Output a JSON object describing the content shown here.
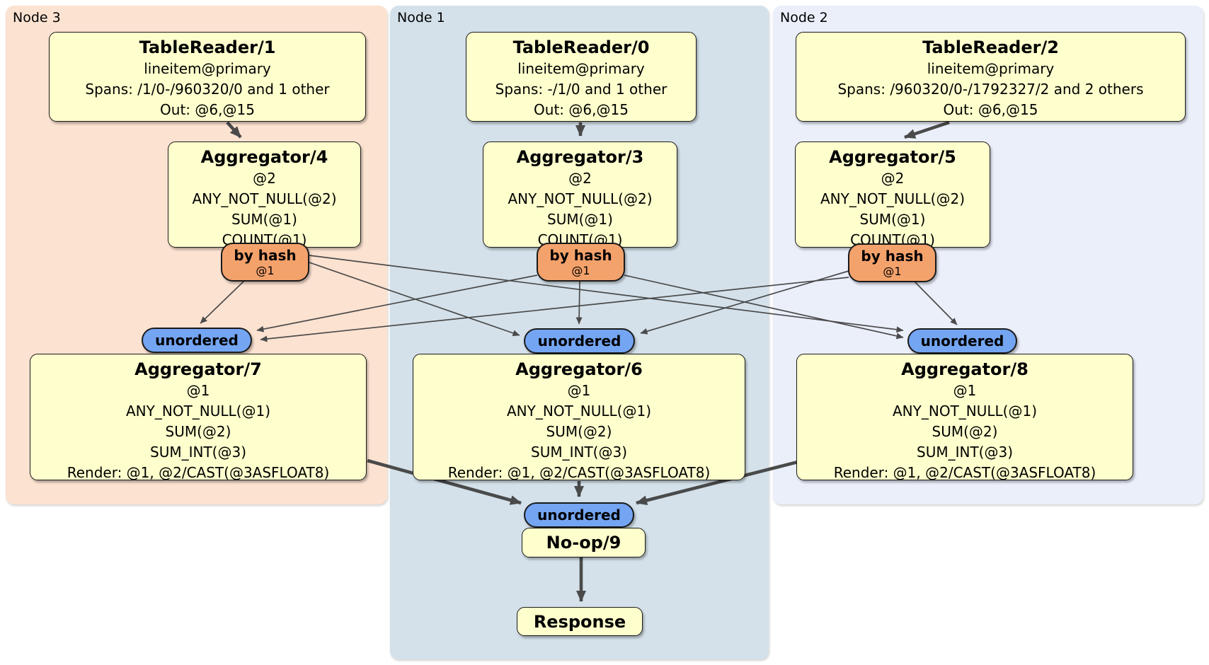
{
  "regions": {
    "node3": {
      "label": "Node 3"
    },
    "node1": {
      "label": "Node 1"
    },
    "node2": {
      "label": "Node 2"
    }
  },
  "processors": {
    "tablereader1": {
      "title": "TableReader/1",
      "index": "lineitem@primary",
      "spans": "Spans: /1/0-/960320/0 and 1 other",
      "out": "Out: @6,@15"
    },
    "tablereader0": {
      "title": "TableReader/0",
      "index": "lineitem@primary",
      "spans": "Spans: -/1/0 and 1 other",
      "out": "Out: @6,@15"
    },
    "tablereader2": {
      "title": "TableReader/2",
      "index": "lineitem@primary",
      "spans": "Spans: /960320/0-/1792327/2 and 2 others",
      "out": "Out: @6,@15"
    },
    "aggregator4": {
      "title": "Aggregator/4",
      "group": "@2",
      "expr1": "ANY_NOT_NULL(@2)",
      "expr2": "SUM(@1)",
      "expr3": "COUNT(@1)"
    },
    "aggregator3": {
      "title": "Aggregator/3",
      "group": "@2",
      "expr1": "ANY_NOT_NULL(@2)",
      "expr2": "SUM(@1)",
      "expr3": "COUNT(@1)"
    },
    "aggregator5": {
      "title": "Aggregator/5",
      "group": "@2",
      "expr1": "ANY_NOT_NULL(@2)",
      "expr2": "SUM(@1)",
      "expr3": "COUNT(@1)"
    },
    "aggregator7": {
      "title": "Aggregator/7",
      "group": "@1",
      "expr1": "ANY_NOT_NULL(@1)",
      "expr2": "SUM(@2)",
      "expr3": "SUM_INT(@3)",
      "render": "Render: @1, @2/CAST(@3ASFLOAT8)"
    },
    "aggregator6": {
      "title": "Aggregator/6",
      "group": "@1",
      "expr1": "ANY_NOT_NULL(@1)",
      "expr2": "SUM(@2)",
      "expr3": "SUM_INT(@3)",
      "render": "Render: @1, @2/CAST(@3ASFLOAT8)"
    },
    "aggregator8": {
      "title": "Aggregator/8",
      "group": "@1",
      "expr1": "ANY_NOT_NULL(@1)",
      "expr2": "SUM(@2)",
      "expr3": "SUM_INT(@3)",
      "render": "Render: @1, @2/CAST(@3ASFLOAT8)"
    },
    "noop9": {
      "title": "No-op/9"
    },
    "response": {
      "title": "Response"
    }
  },
  "router": {
    "label": "by hash",
    "detail": "@1"
  },
  "stream": {
    "unordered": "unordered"
  },
  "colors": {
    "node3_bg": "#fce2d1",
    "node1_bg": "#d4e1ea",
    "node2_bg": "#ebeffa",
    "processor_bg": "#ffffcd",
    "router_bg": "#f4a26c",
    "stream_bg": "#74a5f2",
    "edge": "#4a4a4a"
  }
}
